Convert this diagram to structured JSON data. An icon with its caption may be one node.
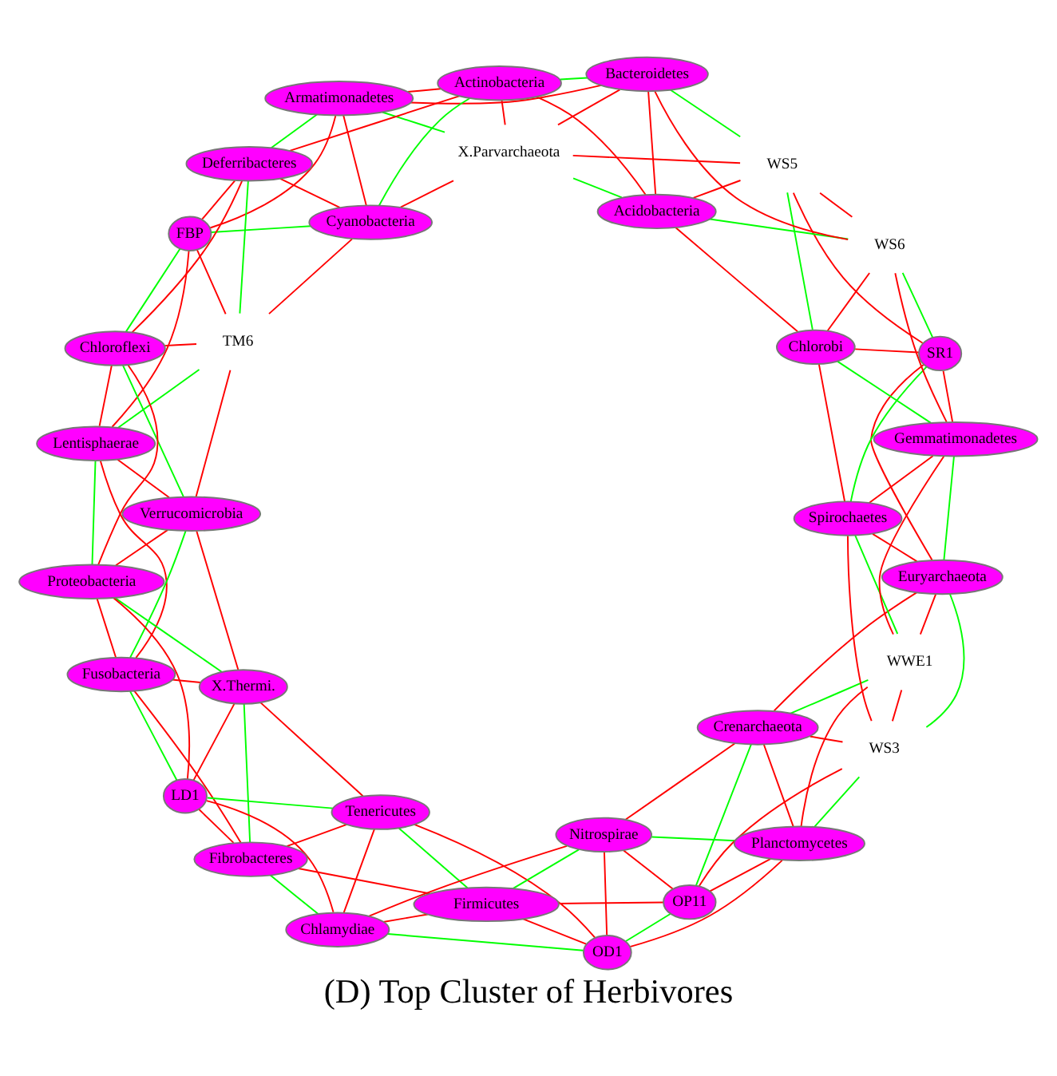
{
  "diagram": {
    "caption": "(D) Top Cluster of Herbivores",
    "nodes": [
      {
        "text": [
          "Fusobacteria"
        ]
      },
      {
        "text": [
          "X.Thermi."
        ]
      },
      {
        "text": [
          "LD1"
        ]
      },
      {
        "text": [
          "Fibrobacteres"
        ]
      },
      {
        "text": [
          "Tenericutes"
        ]
      },
      {
        "text": [
          "Chlamydiae"
        ]
      },
      {
        "text": [
          "Firmicutes"
        ]
      },
      {
        "text": [
          "OD1"
        ]
      },
      {
        "text": [
          "Nitrospirae"
        ]
      },
      {
        "text": [
          "OP11"
        ]
      },
      {
        "text": [
          "Planctomycetes"
        ]
      },
      {
        "text": [
          "Crenarchaeota"
        ]
      },
      {
        "text": [
          "WS3"
        ]
      },
      {
        "text": [
          "WWE1"
        ]
      },
      {
        "text": [
          "Euryarchaeota"
        ]
      },
      {
        "text": [
          "Spirochaetes"
        ]
      },
      {
        "text": [
          "Gemmatimonadetes"
        ]
      },
      {
        "text": [
          "SR1"
        ]
      },
      {
        "text": [
          "Chlorobi"
        ]
      },
      {
        "text": [
          "WS6"
        ]
      },
      {
        "text": [
          "WS5"
        ]
      },
      {
        "text": [
          "Acidobacteria"
        ]
      },
      {
        "text": [
          "Bacteroidetes"
        ]
      },
      {
        "text": [
          "X.Parvarchaeota"
        ]
      },
      {
        "text": [
          "Actinobacteria"
        ]
      },
      {
        "text": [
          "Armatimonadetes"
        ]
      },
      {
        "text": [
          "Cyanobacteria"
        ]
      },
      {
        "text": [
          "Deferribacteres"
        ]
      },
      {
        "text": [
          "FBP"
        ]
      },
      {
        "text": [
          "TM6"
        ]
      },
      {
        "text": [
          "Chloroflexi"
        ]
      },
      {
        "text": [
          "Lentisphaerae"
        ]
      },
      {
        "text": [
          "Verrucomicrobia"
        ]
      },
      {
        "text": [
          "Proteobacteria"
        ]
      }
    ],
    "edges": [
      {
        "from": 0,
        "to": 1,
        "arrow": "none",
        "color": "#ff0000"
      },
      {
        "from": 1,
        "to": 2,
        "arrow": "none",
        "color": "#ff0000"
      },
      {
        "from": 2,
        "to": 3,
        "arrow": "none",
        "color": "#ff0000"
      },
      {
        "from": 3,
        "to": 4,
        "arrow": "none",
        "color": "#ff0000"
      },
      {
        "from": 4,
        "to": 5,
        "arrow": "none",
        "color": "#ff0000"
      },
      {
        "from": 5,
        "to": 6,
        "arrow": "none",
        "color": "#ff0000"
      },
      {
        "from": 6,
        "to": 7,
        "arrow": "none",
        "color": "#ff0000"
      },
      {
        "from": 7,
        "to": 8,
        "arrow": "none",
        "color": "#ff0000"
      },
      {
        "from": 8,
        "to": 9,
        "arrow": "none",
        "color": "#ff0000"
      },
      {
        "from": 9,
        "to": 10,
        "arrow": "none",
        "color": "#ff0000"
      },
      {
        "from": 10,
        "to": 11,
        "arrow": "none",
        "color": "#ff0000"
      },
      {
        "from": 11,
        "to": 12,
        "arrow": "none",
        "color": "#ff0000"
      },
      {
        "from": 12,
        "to": 13,
        "arrow": "none",
        "color": "#ff0000"
      },
      {
        "from": 13,
        "to": 14,
        "arrow": "none",
        "color": "#ff0000"
      },
      {
        "from": 14,
        "to": 15,
        "arrow": "none",
        "color": "#ff0000"
      },
      {
        "from": 15,
        "to": 16,
        "arrow": "none",
        "color": "#ff0000"
      },
      {
        "from": 16,
        "to": 17,
        "arrow": "none",
        "color": "#ff0000"
      },
      {
        "from": 17,
        "to": 18,
        "arrow": "none",
        "color": "#ff0000"
      },
      {
        "from": 18,
        "to": 19,
        "arrow": "none",
        "color": "#ff0000"
      },
      {
        "from": 19,
        "to": 20,
        "arrow": "none",
        "color": "#ff0000"
      },
      {
        "from": 20,
        "to": 21,
        "arrow": "none",
        "color": "#ff0000"
      },
      {
        "from": 21,
        "to": 22,
        "arrow": "none",
        "color": "#ff0000"
      },
      {
        "from": 22,
        "to": 23,
        "arrow": "none",
        "color": "#ff0000"
      },
      {
        "from": 23,
        "to": 24,
        "arrow": "none",
        "color": "#ff0000"
      },
      {
        "from": 24,
        "to": 25,
        "arrow": "none",
        "color": "#ff0000"
      },
      {
        "from": 25,
        "to": 26,
        "arrow": "none",
        "color": "#ff0000"
      },
      {
        "from": 26,
        "to": 27,
        "arrow": "none",
        "color": "#ff0000"
      },
      {
        "from": 27,
        "to": 28,
        "arrow": "none",
        "color": "#ff0000"
      },
      {
        "from": 28,
        "to": 29,
        "arrow": "none",
        "color": "#ff0000"
      },
      {
        "from": 29,
        "to": 30,
        "arrow": "none",
        "color": "#ff0000"
      },
      {
        "from": 30,
        "to": 31,
        "arrow": "none",
        "color": "#ff0000"
      },
      {
        "from": 31,
        "to": 32,
        "arrow": "none",
        "color": "#ff0000"
      },
      {
        "from": 32,
        "to": 33,
        "arrow": "none",
        "color": "#ff0000"
      },
      {
        "from": 33,
        "to": 0,
        "arrow": "none",
        "color": "#ff0000"
      },
      {
        "from": 0,
        "to": 2,
        "arrow": "none",
        "color": "#00ff00"
      },
      {
        "from": 1,
        "to": 3,
        "arrow": "none",
        "color": "#00ff00"
      },
      {
        "from": 2,
        "to": 4,
        "arrow": "none",
        "color": "#00ff00"
      },
      {
        "from": 3,
        "to": 5,
        "arrow": "none",
        "color": "#00ff00"
      },
      {
        "from": 4,
        "to": 6,
        "arrow": "none",
        "color": "#00ff00"
      },
      {
        "from": 5,
        "to": 7,
        "arrow": "none",
        "color": "#00ff00"
      },
      {
        "from": 6,
        "to": 8,
        "arrow": "none",
        "color": "#00ff00"
      },
      {
        "from": 7,
        "to": 9,
        "arrow": "none",
        "color": "#00ff00"
      },
      {
        "from": 8,
        "to": 10,
        "arrow": "none",
        "color": "#00ff00"
      },
      {
        "from": 9,
        "to": 11,
        "arrow": "none",
        "color": "#00ff00"
      },
      {
        "from": 10,
        "to": 12,
        "arrow": "none",
        "color": "#00ff00"
      },
      {
        "from": 11,
        "to": 13,
        "arrow": "none",
        "color": "#00ff00"
      },
      {
        "from": 12,
        "to": 14,
        "arrow": "none",
        "color": "#00ff00"
      },
      {
        "from": 13,
        "to": 15,
        "arrow": "none",
        "color": "#00ff00"
      },
      {
        "from": 14,
        "to": 16,
        "arrow": "none",
        "color": "#00ff00"
      },
      {
        "from": 15,
        "to": 17,
        "arrow": "none",
        "color": "#00ff00"
      },
      {
        "from": 16,
        "to": 18,
        "arrow": "none",
        "color": "#00ff00"
      },
      {
        "from": 17,
        "to": 19,
        "arrow": "none",
        "color": "#00ff00"
      },
      {
        "from": 18,
        "to": 20,
        "arrow": "none",
        "color": "#00ff00"
      },
      {
        "from": 19,
        "to": 21,
        "arrow": "none",
        "color": "#00ff00"
      },
      {
        "from": 20,
        "to": 22,
        "arrow": "none",
        "color": "#00ff00"
      },
      {
        "from": 21,
        "to": 23,
        "arrow": "none",
        "color": "#00ff00"
      },
      {
        "from": 22,
        "to": 24,
        "arrow": "none",
        "color": "#00ff00"
      },
      {
        "from": 23,
        "to": 25,
        "arrow": "none",
        "color": "#00ff00"
      },
      {
        "from": 24,
        "to": 26,
        "arrow": "none",
        "color": "#00ff00"
      },
      {
        "from": 25,
        "to": 27,
        "arrow": "none",
        "color": "#00ff00"
      },
      {
        "from": 26,
        "to": 28,
        "arrow": "none",
        "color": "#00ff00"
      },
      {
        "from": 27,
        "to": 29,
        "arrow": "none",
        "color": "#00ff00"
      },
      {
        "from": 28,
        "to": 30,
        "arrow": "none",
        "color": "#00ff00"
      },
      {
        "from": 29,
        "to": 31,
        "arrow": "none",
        "color": "#00ff00"
      },
      {
        "from": 30,
        "to": 32,
        "arrow": "none",
        "color": "#00ff00"
      },
      {
        "from": 31,
        "to": 33,
        "arrow": "none",
        "color": "#00ff00"
      },
      {
        "from": 32,
        "to": 0,
        "arrow": "none",
        "color": "#00ff00"
      },
      {
        "from": 33,
        "to": 1,
        "arrow": "none",
        "color": "#00ff00"
      },
      {
        "from": 0,
        "to": 3,
        "arrow": "none",
        "color": "#ff0000"
      },
      {
        "from": 1,
        "to": 4,
        "arrow": "none",
        "color": "#ff0000"
      },
      {
        "from": 2,
        "to": 5,
        "arrow": "none",
        "color": "#ff0000"
      },
      {
        "from": 3,
        "to": 6,
        "arrow": "none",
        "color": "#ff0000"
      },
      {
        "from": 4,
        "to": 7,
        "arrow": "none",
        "color": "#ff0000"
      },
      {
        "from": 5,
        "to": 8,
        "arrow": "none",
        "color": "#ff0000"
      },
      {
        "from": 6,
        "to": 9,
        "arrow": "none",
        "color": "#ff0000"
      },
      {
        "from": 7,
        "to": 10,
        "arrow": "none",
        "color": "#ff0000"
      },
      {
        "from": 8,
        "to": 11,
        "arrow": "none",
        "color": "#ff0000"
      },
      {
        "from": 9,
        "to": 12,
        "arrow": "none",
        "color": "#ff0000"
      },
      {
        "from": 10,
        "to": 13,
        "arrow": "none",
        "color": "#ff0000"
      },
      {
        "from": 11,
        "to": 14,
        "arrow": "none",
        "color": "#ff0000"
      },
      {
        "from": 12,
        "to": 15,
        "arrow": "none",
        "color": "#ff0000"
      },
      {
        "from": 13,
        "to": 16,
        "arrow": "none",
        "color": "#ff0000"
      },
      {
        "from": 14,
        "to": 17,
        "arrow": "none",
        "color": "#ff0000"
      },
      {
        "from": 15,
        "to": 18,
        "arrow": "none",
        "color": "#ff0000"
      },
      {
        "from": 16,
        "to": 19,
        "arrow": "none",
        "color": "#ff0000"
      },
      {
        "from": 17,
        "to": 20,
        "arrow": "none",
        "color": "#ff0000"
      },
      {
        "from": 18,
        "to": 21,
        "arrow": "none",
        "color": "#ff0000"
      },
      {
        "from": 19,
        "to": 22,
        "arrow": "none",
        "color": "#ff0000"
      },
      {
        "from": 20,
        "to": 23,
        "arrow": "none",
        "color": "#ff0000"
      },
      {
        "from": 21,
        "to": 24,
        "arrow": "none",
        "color": "#ff0000"
      },
      {
        "from": 22,
        "to": 25,
        "arrow": "none",
        "color": "#ff0000"
      },
      {
        "from": 23,
        "to": 26,
        "arrow": "none",
        "color": "#ff0000"
      },
      {
        "from": 24,
        "to": 27,
        "arrow": "none",
        "color": "#ff0000"
      },
      {
        "from": 25,
        "to": 28,
        "arrow": "none",
        "color": "#ff0000"
      },
      {
        "from": 26,
        "to": 29,
        "arrow": "none",
        "color": "#ff0000"
      },
      {
        "from": 27,
        "to": 30,
        "arrow": "none",
        "color": "#ff0000"
      },
      {
        "from": 28,
        "to": 31,
        "arrow": "none",
        "color": "#ff0000"
      },
      {
        "from": 29,
        "to": 32,
        "arrow": "none",
        "color": "#ff0000"
      },
      {
        "from": 30,
        "to": 33,
        "arrow": "none",
        "color": "#ff0000"
      },
      {
        "from": 31,
        "to": 0,
        "arrow": "none",
        "color": "#ff0000"
      },
      {
        "from": 32,
        "to": 1,
        "arrow": "none",
        "color": "#ff0000"
      },
      {
        "from": 33,
        "to": 2,
        "arrow": "none",
        "color": "#ff0000"
      }
    ]
  }
}
